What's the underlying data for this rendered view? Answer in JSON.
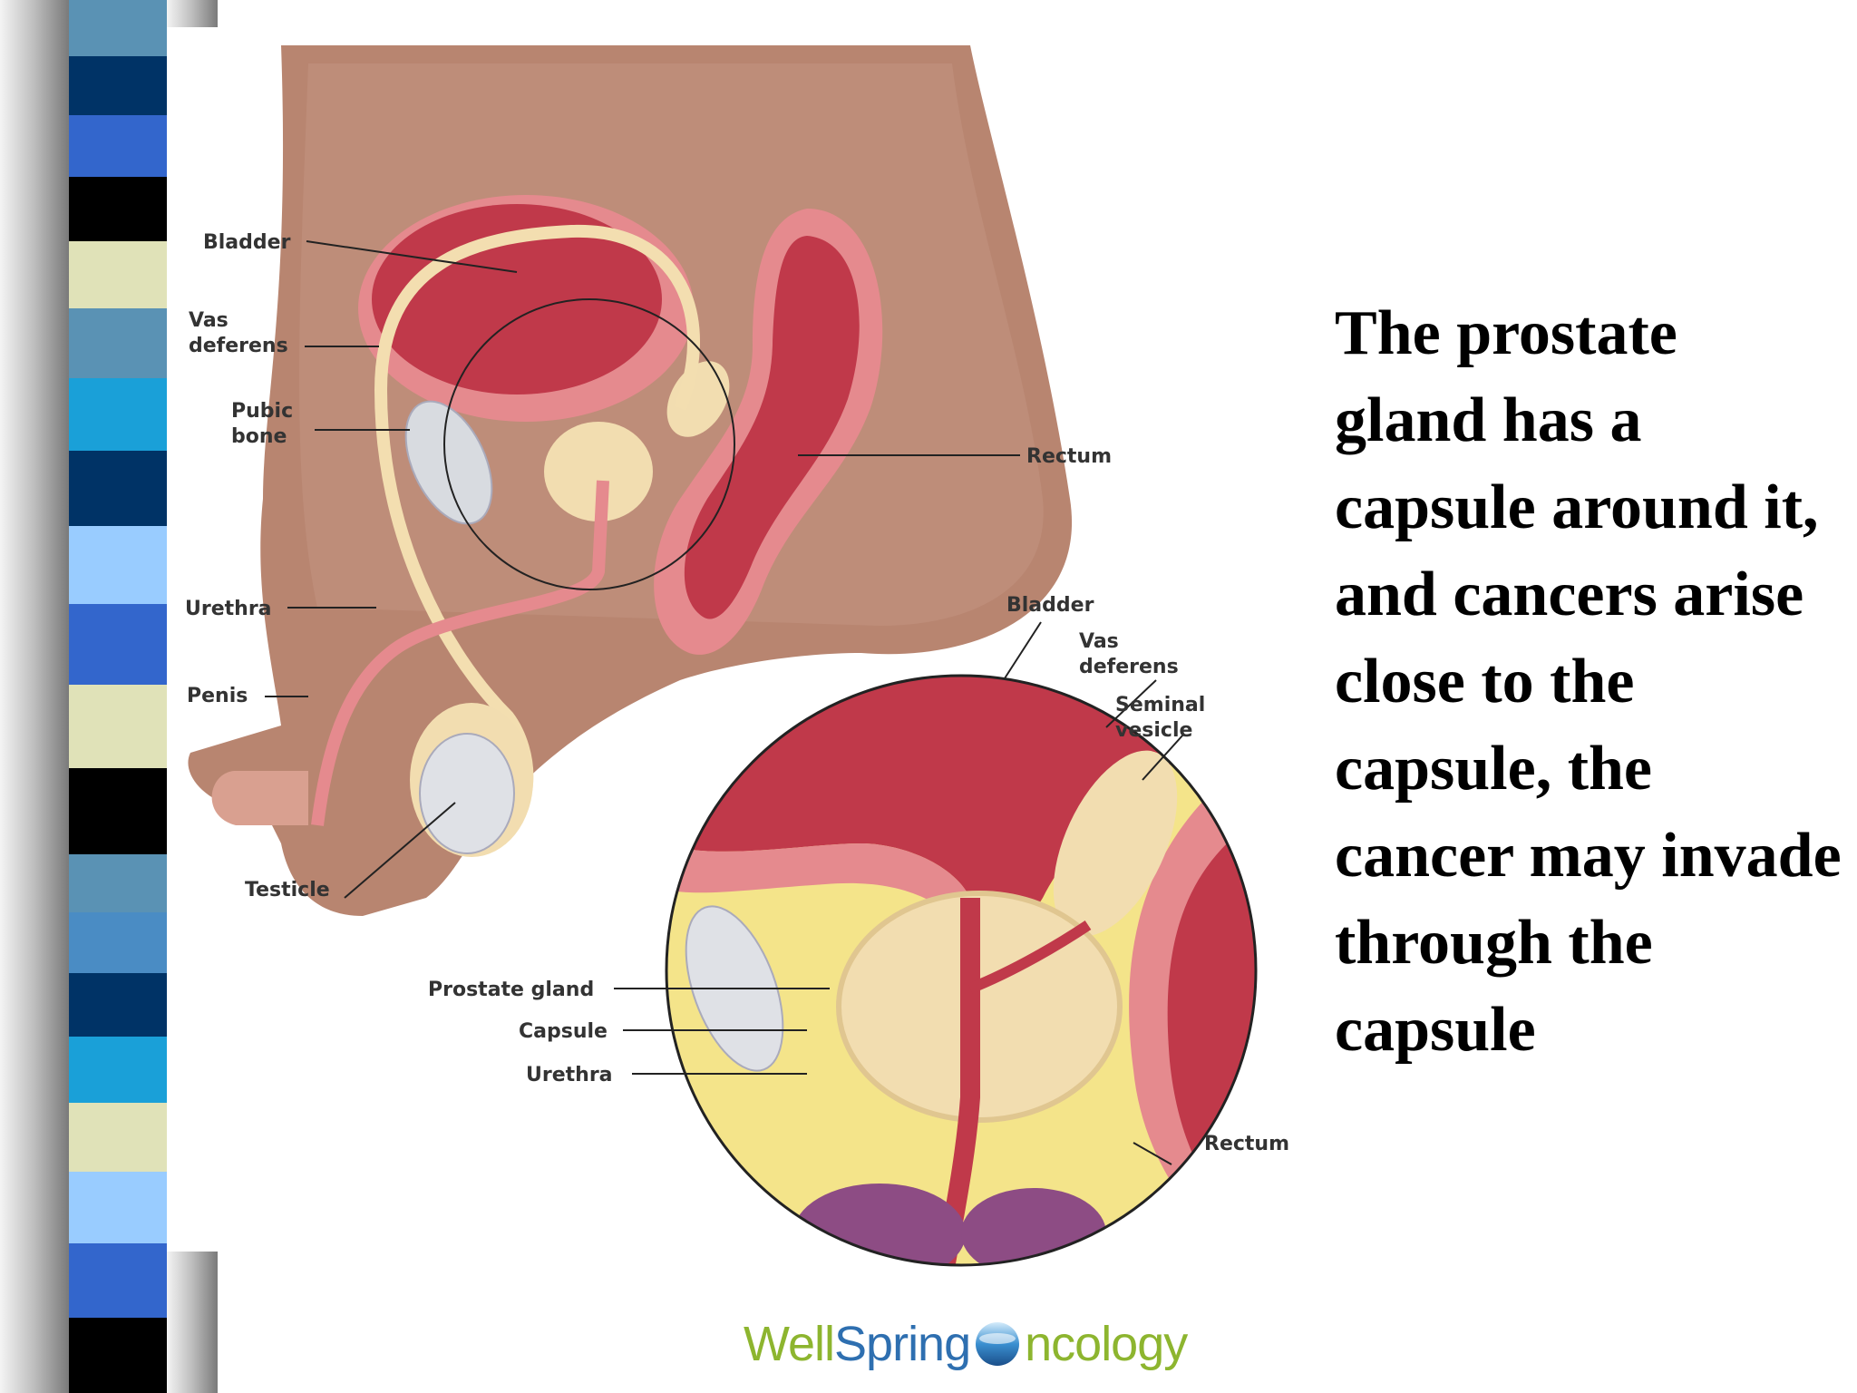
{
  "caption": "The prostate gland has a capsule around it, and cancers arise close to the capsule, the cancer may invade through the capsule",
  "logo": {
    "part1": "Well",
    "part2": "Spring",
    "part3": "ncology"
  },
  "labels": {
    "bladder": "Bladder",
    "vas_deferens_1": "Vas",
    "vas_deferens_2": "deferens",
    "pubic_bone_1": "Pubic",
    "pubic_bone_2": "bone",
    "urethra": "Urethra",
    "penis": "Penis",
    "testicle": "Testicle",
    "rectum": "Rectum",
    "inset_bladder": "Bladder",
    "inset_vas_1": "Vas",
    "inset_vas_2": "deferens",
    "inset_seminal_1": "Seminal",
    "inset_seminal_2": "vesicle",
    "inset_prostate": "Prostate gland",
    "inset_capsule": "Capsule",
    "inset_urethra": "Urethra",
    "inset_rectum": "Rectum"
  },
  "colors": {
    "skin": "#b88570",
    "tissue_red": "#c0394a",
    "tissue_pink": "#e58a8e",
    "fat_yellow": "#f4e48a",
    "gland_tan": "#f2ddb0",
    "bone_grey": "#d8dbe0",
    "purple": "#8d4c84"
  }
}
